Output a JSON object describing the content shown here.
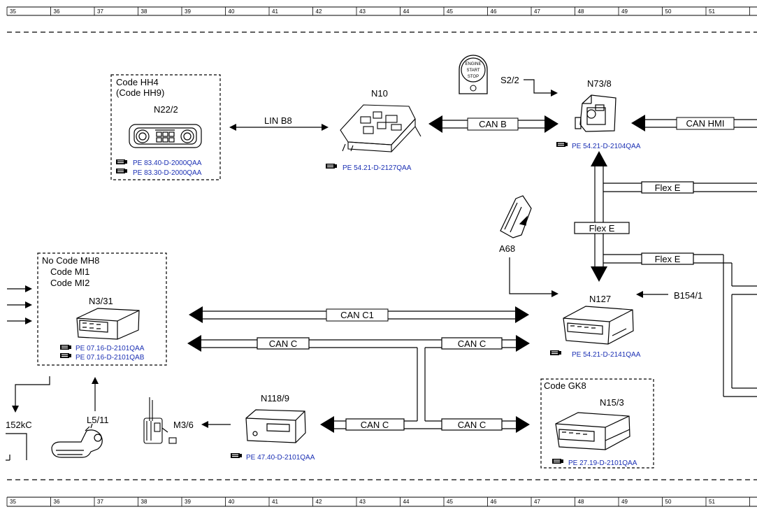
{
  "ruler": [
    "35",
    "36",
    "37",
    "38",
    "39",
    "40",
    "41",
    "42",
    "43",
    "44",
    "45",
    "46",
    "47",
    "48",
    "49",
    "50",
    "51"
  ],
  "groups": {
    "hh": {
      "line1": "Code HH4",
      "line2": "(Code HH9)"
    },
    "mh": {
      "line1": "No Code MH8",
      "line2": "Code MI1",
      "line3": "Code MI2"
    },
    "gk": {
      "line1": "Code GK8"
    }
  },
  "components": {
    "n22_2": "N22/2",
    "n10": "N10",
    "n73_8": "N73/8",
    "s2_2": "S2/2",
    "a68": "A68",
    "n127": "N127",
    "b154_1": "B154/1",
    "n3_31": "N3/31",
    "n118_9": "N118/9",
    "m3_6": "M3/6",
    "n15_3": "N15/3",
    "l5_11": "L5/11",
    "k152": "152kC"
  },
  "refs": {
    "n22_2_a": "PE 83.40-D-2000QAA",
    "n22_2_b": "PE 83.30-D-2000QAA",
    "n10": "PE 54.21-D-2127QAA",
    "n73_8": "PE 54.21-D-2104QAA",
    "n3_31_a": "PE 07.16-D-2101QAA",
    "n3_31_b": "PE 07.16-D-2101QAB",
    "n127": "PE 54.21-D-2141QAA",
    "n118_9": "PE 47.40-D-2101QAA",
    "n15_3": "PE 27.19-D-2101QAA"
  },
  "buses": {
    "lin_b8": "LIN B8",
    "can_b": "CAN B",
    "can_hmi": "CAN HMI",
    "flex_e_top": "Flex E",
    "flex_e_mid": "Flex E",
    "flex_e_bottom": "Flex E",
    "can_c1": "CAN C1",
    "can_c_left": "CAN C",
    "can_c_right": "CAN C",
    "can_c_n118": "CAN C",
    "can_c_n15": "CAN C"
  },
  "start_button": {
    "line1": "ENGINE",
    "line2": "START",
    "line3": "STOP"
  },
  "colors": {
    "reference_text": "#1a2fb3",
    "line": "#000000"
  }
}
